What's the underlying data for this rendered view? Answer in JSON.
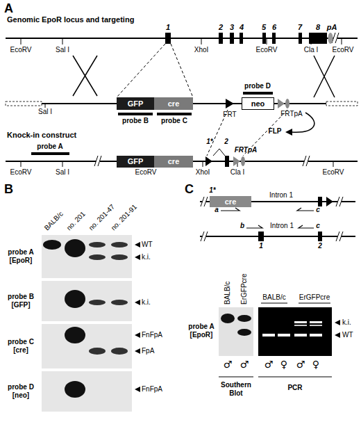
{
  "diagram": {
    "nodes": [
      {
        "text": [
          "GFP"
        ]
      },
      {
        "text": [
          "cre"
        ]
      },
      {
        "text": [
          "neo"
        ]
      },
      {
        "text": [
          "GFP"
        ]
      },
      {
        "text": [
          "cre"
        ]
      },
      {
        "text": [
          "cre"
        ]
      }
    ],
    "labels": [
      "A",
      "Genomic EpoR locus and targeting",
      "1",
      "2",
      "3",
      "4",
      "5",
      "6",
      "7",
      "8",
      "pA",
      "EcoRV",
      "Sal I",
      "XhoI",
      "EcoRV",
      "Cla I",
      "EcoRV",
      "Sal I",
      "probe D",
      "FRT",
      "FRTpA",
      "probe B",
      "probe C",
      "FLP",
      "Knock-in construct",
      "probe A",
      "1*",
      "2",
      "FRTpA",
      "EcoRV",
      "Sal I",
      "EcoRV",
      "XhoI",
      "Cla I",
      "EcoRV",
      "B",
      "BALB/c",
      "no. 201",
      "no. 201-47",
      "no. 201-91",
      "probe A [EpoR]",
      "WT",
      "k.i.",
      "probe B [GFP]",
      "k.i.",
      "probe C [cre]",
      "FnFpA",
      "FpA",
      "probe D [neo]",
      "FnFpA",
      "C",
      "1*",
      "Intron 1",
      "a",
      "c",
      "b",
      "c",
      "Intron 1",
      "1",
      "2",
      "BALB/c",
      "ErGFPcre",
      "BALB/c",
      "ErGFPcre",
      "probe A [EpoR]",
      "k.i.",
      "WT",
      "♂",
      "♂",
      "♂",
      "♀",
      "♂",
      "♀",
      "Southern Blot",
      "PCR"
    ]
  }
}
